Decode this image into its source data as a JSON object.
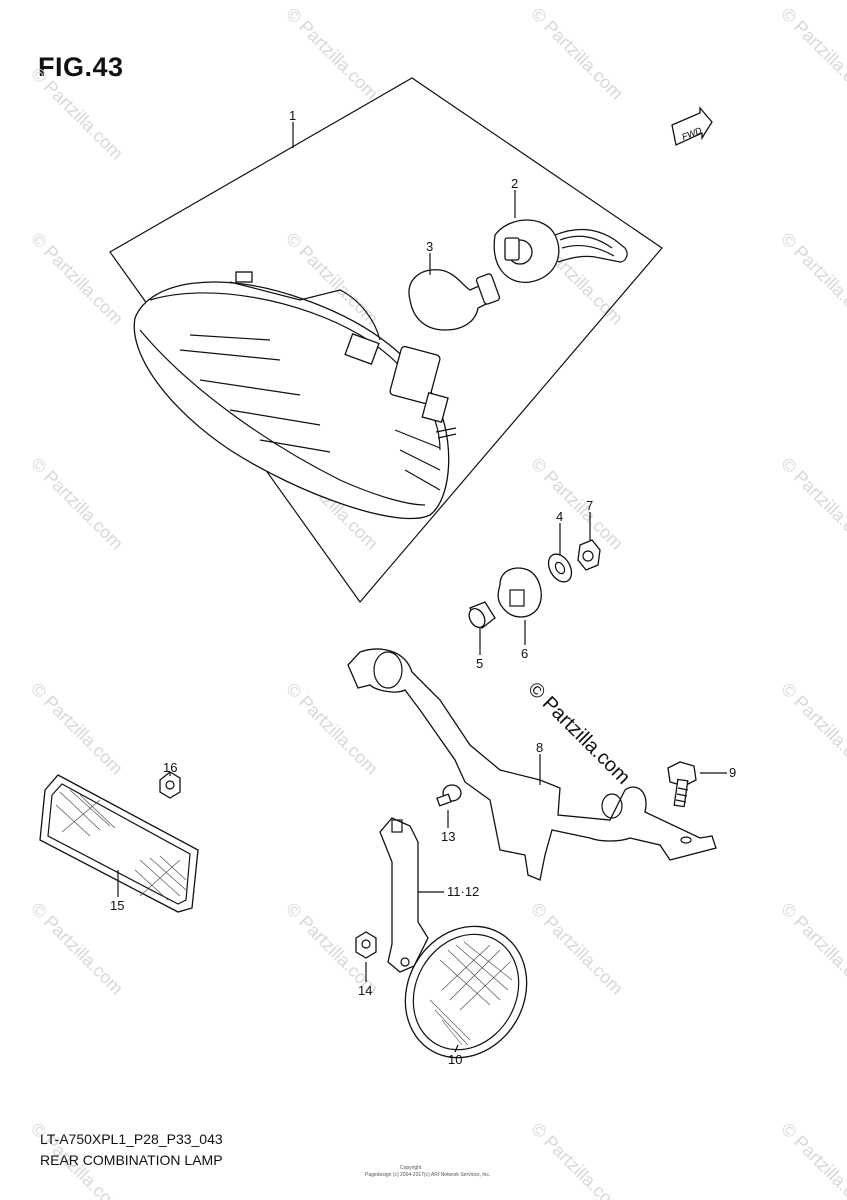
{
  "figure": {
    "title": "FIG.43",
    "model_code": "LT-A750XPL1_P28_P33_043",
    "description": "REAR COMBINATION LAMP",
    "fwd_label": "FWD",
    "watermark_text": "© Partzilla.com",
    "copyright_small_1": "Copyright",
    "copyright_small_2": "Pagedesign (c) 2004-2017(c) ARI Network Services, Inc."
  },
  "callouts": [
    {
      "id": "1",
      "label": "1"
    },
    {
      "id": "2",
      "label": "2"
    },
    {
      "id": "3",
      "label": "3"
    },
    {
      "id": "4",
      "label": "4"
    },
    {
      "id": "5",
      "label": "5"
    },
    {
      "id": "6",
      "label": "6"
    },
    {
      "id": "7",
      "label": "7"
    },
    {
      "id": "8",
      "label": "8"
    },
    {
      "id": "9",
      "label": "9"
    },
    {
      "id": "10",
      "label": "10"
    },
    {
      "id": "11",
      "label": "11·12"
    },
    {
      "id": "13",
      "label": "13"
    },
    {
      "id": "14",
      "label": "14"
    },
    {
      "id": "15",
      "label": "15"
    },
    {
      "id": "16",
      "label": "16"
    }
  ],
  "colors": {
    "line": "#111111",
    "watermark": "#d8d8d8",
    "background": "#ffffff"
  }
}
